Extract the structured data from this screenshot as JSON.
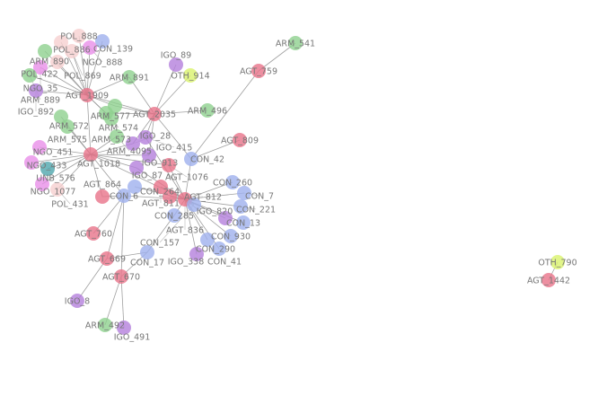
{
  "categories": {
    "AGT": "#e8738a",
    "ARM": "#8fd18f",
    "IGO": "#b47fdc",
    "CON": "#9fb0ee",
    "NGO": "#e98ee8",
    "POL": "#f6cfcf",
    "OTH": "#d9f26b",
    "UNB": "#4fa6ad"
  },
  "nodes": [
    "ARM_541",
    "AGT_759",
    "ARM_496",
    "AGT_809",
    "OTH_914",
    "IGO_89",
    "ARM_891",
    "AGT_2035",
    "AGT_1909",
    "POL_888",
    "POL_886",
    "CON_139",
    "NGO_888",
    "ARM_890",
    "POL_869",
    "POL_422",
    "NGO_35",
    "ARM_889",
    "IGO_892",
    "ARM_577",
    "ARM_574",
    "ARM_573",
    "ARM_572",
    "ARM_575",
    "ARM_4095",
    "IGO_28",
    "IGO_415",
    "AGT_1018",
    "NGO_451",
    "NGO_433",
    "UNB_576",
    "NGO_1077",
    "POL_431",
    "IGO_913",
    "IGO_87",
    "AGT_1076",
    "CON_42",
    "CON_260",
    "CON_7",
    "CON_221",
    "CON_13",
    "IGO_820",
    "CON_930",
    "CON_290",
    "CON_41",
    "IGO_338",
    "CON_285",
    "CON_6",
    "CON_264",
    "AGT_864",
    "AGT_811",
    "AGT_812",
    "AGT_836",
    "CON_157",
    "AGT_760",
    "AGT_669",
    "CON_17",
    "AGT_670",
    "IGO_8",
    "ARM_492",
    "IGO_491",
    "OTH_790",
    "AGT_1442"
  ],
  "edges": [
    [
      "AGT_1909",
      "POL_888"
    ],
    [
      "AGT_1909",
      "POL_886"
    ],
    [
      "AGT_1909",
      "CON_139"
    ],
    [
      "AGT_1909",
      "NGO_888"
    ],
    [
      "AGT_1909",
      "ARM_890"
    ],
    [
      "AGT_1909",
      "POL_869"
    ],
    [
      "AGT_1909",
      "POL_422"
    ],
    [
      "AGT_1909",
      "NGO_35"
    ],
    [
      "AGT_1909",
      "ARM_889"
    ],
    [
      "AGT_1909",
      "IGO_892"
    ],
    [
      "AGT_1909",
      "ARM_891"
    ],
    [
      "AGT_1909",
      "ARM_577"
    ],
    [
      "AGT_1909",
      "ARM_574"
    ],
    [
      "AGT_1909",
      "ARM_573"
    ],
    [
      "AGT_1909",
      "AGT_1018"
    ],
    [
      "AGT_1909",
      "AGT_2035"
    ],
    [
      "AGT_2035",
      "IGO_89"
    ],
    [
      "AGT_2035",
      "OTH_914"
    ],
    [
      "AGT_2035",
      "ARM_496"
    ],
    [
      "AGT_2035",
      "ARM_577"
    ],
    [
      "AGT_2035",
      "ARM_574"
    ],
    [
      "AGT_2035",
      "IGO_28"
    ],
    [
      "AGT_2035",
      "IGO_913"
    ],
    [
      "AGT_2035",
      "CON_42"
    ],
    [
      "AGT_2035",
      "ARM_891"
    ],
    [
      "AGT_2035",
      "IGO_415"
    ],
    [
      "AGT_759",
      "ARM_541"
    ],
    [
      "AGT_759",
      "CON_42"
    ],
    [
      "AGT_809",
      "CON_42"
    ],
    [
      "AGT_1018",
      "NGO_451"
    ],
    [
      "AGT_1018",
      "NGO_433"
    ],
    [
      "AGT_1018",
      "UNB_576"
    ],
    [
      "AGT_1018",
      "NGO_1077"
    ],
    [
      "AGT_1018",
      "POL_431"
    ],
    [
      "AGT_1018",
      "ARM_572"
    ],
    [
      "AGT_1018",
      "ARM_575"
    ],
    [
      "AGT_1018",
      "ARM_4095"
    ],
    [
      "AGT_1018",
      "IGO_28"
    ],
    [
      "AGT_1018",
      "IGO_913"
    ],
    [
      "AGT_1018",
      "IGO_87"
    ],
    [
      "AGT_1018",
      "AGT_1076"
    ],
    [
      "AGT_1018",
      "CON_6"
    ],
    [
      "AGT_1018",
      "AGT_836"
    ],
    [
      "AGT_1018",
      "AGT_864"
    ],
    [
      "AGT_836",
      "CON_260"
    ],
    [
      "AGT_836",
      "CON_7"
    ],
    [
      "AGT_836",
      "CON_221"
    ],
    [
      "AGT_836",
      "CON_13"
    ],
    [
      "AGT_836",
      "IGO_820"
    ],
    [
      "AGT_836",
      "CON_930"
    ],
    [
      "AGT_836",
      "CON_290"
    ],
    [
      "AGT_836",
      "CON_41"
    ],
    [
      "AGT_836",
      "IGO_338"
    ],
    [
      "AGT_836",
      "CON_285"
    ],
    [
      "AGT_836",
      "CON_6"
    ],
    [
      "AGT_836",
      "CON_264"
    ],
    [
      "AGT_836",
      "AGT_811"
    ],
    [
      "AGT_836",
      "AGT_812"
    ],
    [
      "AGT_836",
      "CON_157"
    ],
    [
      "AGT_836",
      "CON_42"
    ],
    [
      "AGT_836",
      "IGO_87"
    ],
    [
      "AGT_836",
      "AGT_1076"
    ],
    [
      "AGT_836",
      "IGO_415"
    ],
    [
      "CON_6",
      "AGT_760"
    ],
    [
      "CON_6",
      "AGT_669"
    ],
    [
      "CON_6",
      "AGT_670"
    ],
    [
      "CON_6",
      "AGT_864"
    ],
    [
      "CON_285",
      "CON_17"
    ],
    [
      "AGT_669",
      "CON_17"
    ],
    [
      "AGT_669",
      "IGO_8"
    ],
    [
      "AGT_670",
      "CON_17"
    ],
    [
      "AGT_670",
      "ARM_492"
    ],
    [
      "AGT_670",
      "IGO_491"
    ],
    [
      "OTH_790",
      "AGT_1442"
    ]
  ]
}
